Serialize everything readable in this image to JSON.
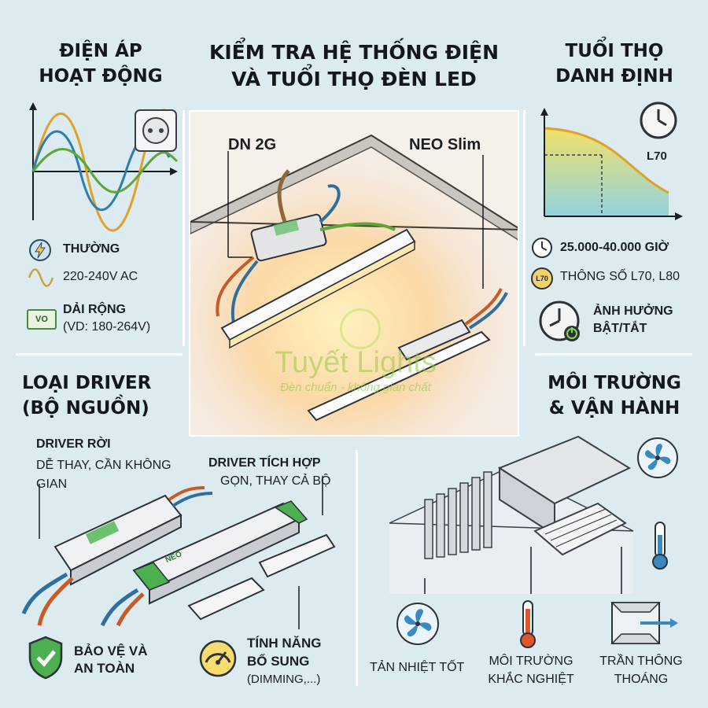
{
  "title": {
    "line1": "KIỂM TRA HỆ THỐNG ĐIỆN",
    "line2": "VÀ TUỔI THỌ ĐÈN LED"
  },
  "voltage": {
    "heading1": "ĐIỆN ÁP",
    "heading2": "HOẠT ĐỘNG",
    "normal_label": "THƯỜNG",
    "normal_value": "220-240V AC",
    "wide_label": "DẢI RỘNG",
    "wide_value": "(VD: 180-264V)",
    "wide_icon_text": "VO"
  },
  "lifetime": {
    "heading1": "TUỔI THỌ",
    "heading2": "DANH ĐỊNH",
    "chart_label": "L70",
    "hours": "25.000-40.000 GIỜ",
    "spec": "THÔNG SỐ L70, L80",
    "spec_icon_text": "L70",
    "onoff1": "ẢNH HƯỞNG",
    "onoff2": "BẬT/TẮT"
  },
  "center": {
    "label_left": "DN 2G",
    "label_right": "NEO Slim",
    "watermark1": "Tuyết Lights",
    "watermark2": "Đèn chuẩn - không gian chất"
  },
  "driver": {
    "heading1": "LOẠI DRIVER",
    "heading2": "(BỘ NGUỒN)",
    "separate_title": "DRIVER RỜI",
    "separate_desc1": "DỄ THAY, CẦN KHÔNG",
    "separate_desc2": "GIAN",
    "integrated_title": "DRIVER TÍCH HỢP",
    "integrated_desc": "GỌN, THAY CẢ BỘ",
    "protect1": "BẢO VỆ VÀ",
    "protect2": "AN TOÀN",
    "feature1": "TÍNH NĂNG",
    "feature2": "BỔ SUNG",
    "feature3": "(DIMMING,...)",
    "neo_brand": "NEO"
  },
  "environment": {
    "heading1": "MÔI TRƯỜNG",
    "heading2": "& VẬN HÀNH",
    "cooling": "TẢN NHIỆT TỐT",
    "harsh1": "MÔI TRƯỜNG",
    "harsh2": "KHẮC NGHIỆT",
    "ceiling1": "TRẦN THÔNG",
    "ceiling2": "THOÁNG"
  },
  "colors": {
    "background": "#dcebf0",
    "accent_green": "#4caf50",
    "accent_yellow": "#f2c94c",
    "wave_blue": "#2a7fb0",
    "wave_green": "#5ea63a",
    "wave_orange": "#e0a02a"
  }
}
